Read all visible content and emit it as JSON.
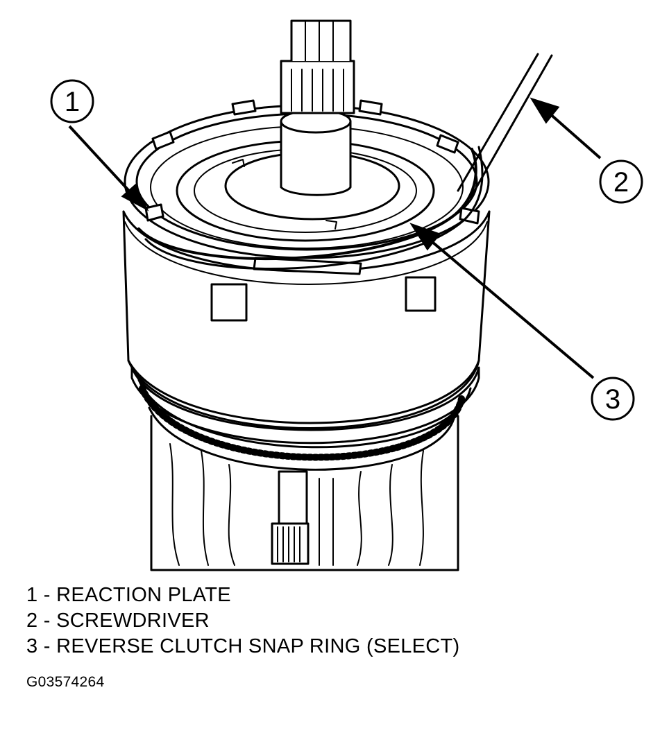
{
  "callouts": [
    {
      "number": "1"
    },
    {
      "number": "2"
    },
    {
      "number": "3"
    }
  ],
  "legend": [
    {
      "text": "1 - REACTION PLATE"
    },
    {
      "text": "2 - SCREWDRIVER"
    },
    {
      "text": "3 - REVERSE CLUTCH SNAP RING (SELECT)"
    }
  ],
  "figure_id": "G03574264"
}
